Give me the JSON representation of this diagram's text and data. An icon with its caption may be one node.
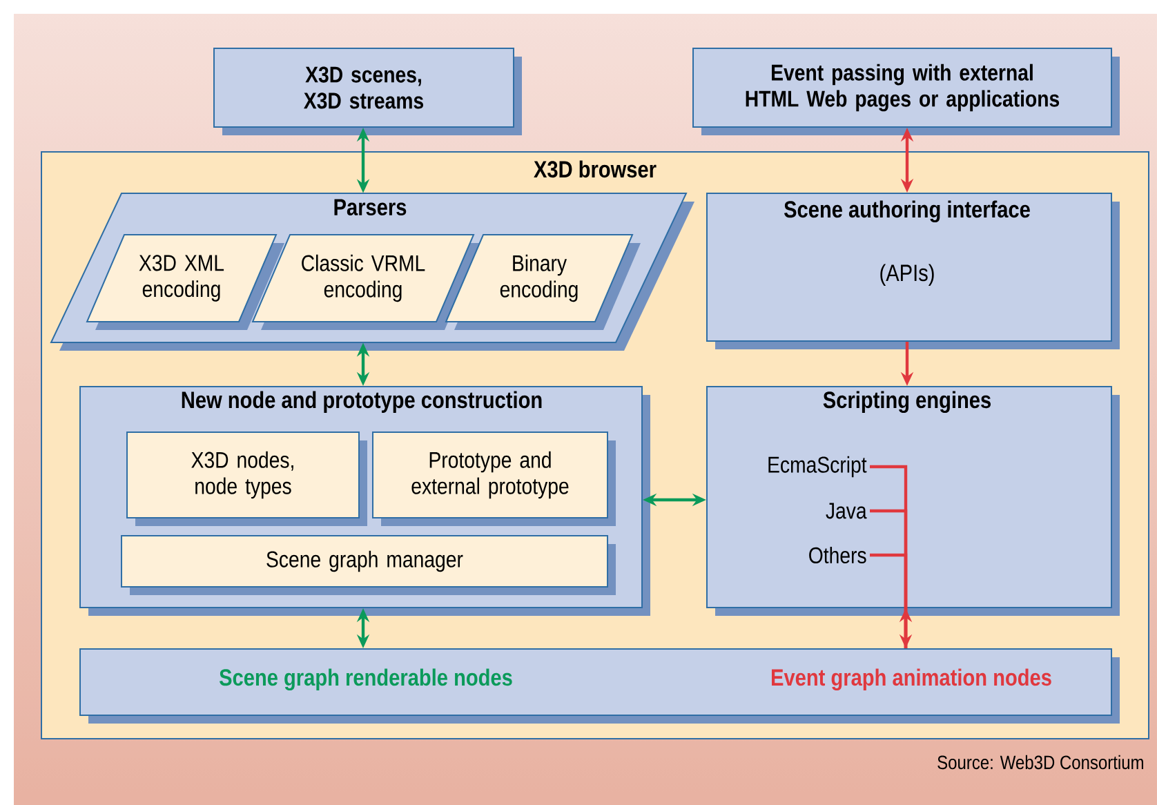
{
  "diagram": {
    "nodes": [
      {
        "text": [
          "X3D scenes, X3D streams"
        ]
      },
      {
        "text": [
          "Event passing with external HTML Web pages or applications"
        ]
      },
      {
        "text": [
          "X3D browser"
        ]
      },
      {
        "text": [
          "Parsers"
        ],
        "in": 2
      },
      {
        "text": [
          "X3D XML encoding"
        ],
        "in": 3
      },
      {
        "text": [
          "Classic VRML encoding"
        ],
        "in": 3
      },
      {
        "text": [
          "Binary encoding"
        ],
        "in": 3
      },
      {
        "text": [
          "Scene authoring interface",
          "(APIs)"
        ],
        "in": 2
      },
      {
        "text": [
          "New node and prototype construction"
        ],
        "in": 2
      },
      {
        "text": [
          "X3D nodes, node types"
        ],
        "in": 8
      },
      {
        "text": [
          "Prototype and external prototype"
        ],
        "in": 8
      },
      {
        "text": [
          "Scene graph manager"
        ],
        "in": 8
      },
      {
        "text": [
          "Scripting engines"
        ],
        "in": 2
      },
      {
        "text": [
          "EcmaScript"
        ],
        "in": 12
      },
      {
        "text": [
          "Java"
        ],
        "in": 12
      },
      {
        "text": [
          "Others"
        ],
        "in": 12
      },
      {
        "text": [
          "Scene graph renderable nodes",
          "Event graph animation nodes"
        ],
        "in": 2
      }
    ],
    "edges": [
      {
        "from": 0,
        "to": 3,
        "arrow": "both",
        "color": "#0b9a5a"
      },
      {
        "from": 1,
        "to": 7,
        "arrow": "both"
      },
      {
        "from": 3,
        "to": 8,
        "arrow": "both",
        "color": "#0b9a5a"
      },
      {
        "from": 7,
        "to": 12,
        "arrow": "to"
      },
      {
        "from": 8,
        "to": 12,
        "arrow": "both",
        "color": "#0b9a5a"
      },
      {
        "from": 8,
        "to": 16,
        "arrow": "both",
        "color": "#0b9a5a"
      },
      {
        "from": 13,
        "to": 16,
        "arrow": "to"
      },
      {
        "from": 14,
        "to": 16,
        "arrow": "to"
      },
      {
        "from": 15,
        "to": 16,
        "arrow": "to"
      }
    ],
    "labels": [
      "Source: Web3D Consortium"
    ]
  }
}
